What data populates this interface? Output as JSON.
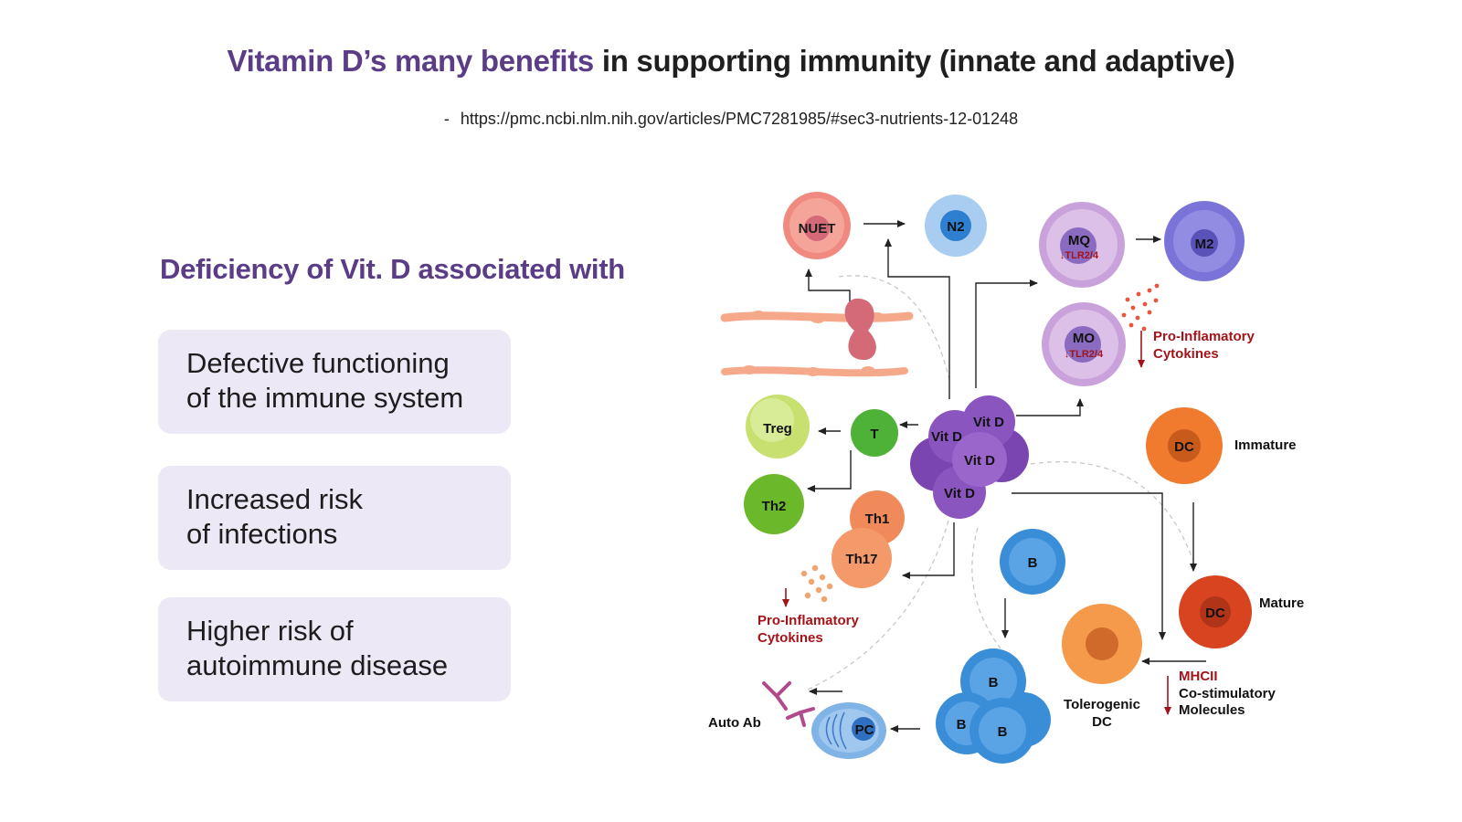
{
  "header": {
    "title_accent": "Vitamin D’s many benefits",
    "title_rest": " in supporting immunity (innate and adaptive)",
    "source_dash": "-",
    "source_url": "https://pmc.ncbi.nlm.nih.gov/articles/PMC7281985/#sec3-nutrients-12-01248"
  },
  "left": {
    "heading": "Deficiency of Vit. D associated with",
    "cards": [
      {
        "line1": "Defective functioning",
        "line2": "of the immune system"
      },
      {
        "line1": "Increased risk",
        "line2": "of infections"
      },
      {
        "line1": "Higher risk of",
        "line2": "autoimmune disease"
      }
    ]
  },
  "diagram": {
    "cells": {
      "nuet": "NUET",
      "n2": "N2",
      "mq": "MQ",
      "mq_tlr": "↓TLR2/4",
      "m2": "M2",
      "mo": "MO",
      "mo_tlr": "↓TLR2/4",
      "vitd_1": "Vit D",
      "vitd_2": "Vit D",
      "vitd_3": "Vit D",
      "vitd_4": "Vit D",
      "treg": "Treg",
      "t": "T",
      "th2": "Th2",
      "th1": "Th1",
      "th17": "Th17",
      "b_single": "B",
      "b1": "B",
      "b2": "B",
      "b3": "B",
      "pc": "PC",
      "dc_immature": "DC",
      "dc_mature": "DC"
    },
    "labels": {
      "pro_inflam_1": "Pro-Inflamatory",
      "cytokines_1": "Cytokines",
      "pro_inflam_2": "Pro-Inflamatory",
      "cytokines_2": "Cytokines",
      "immature": "Immature",
      "mature": "Mature",
      "tolerogenic": "Tolerogenic",
      "tolerogenic_dc": "DC",
      "mhcii": "MHCII",
      "costim": "Co-stimulatory",
      "molecules": "Molecules",
      "auto_ab": "Auto Ab"
    },
    "colors": {
      "accent": "#5a3d86",
      "card_bg": "#ece8f6",
      "red_label": "#a3141a",
      "neutrophil": "#f08a80",
      "n2": "#6aa8e0",
      "macrophage": "#c9a2dc",
      "m2": "#7b74d8",
      "vitd": "#8a55bf",
      "treg": "#c7e070",
      "t_cell": "#4fb238",
      "th2": "#6bb82a",
      "th_orange": "#f08a5a",
      "b_cell": "#3a8ed8",
      "plasma": "#80b4e6",
      "dc_immature": "#f07a2e",
      "dc_mature": "#d94420",
      "dc_tolerogenic": "#f49a4a"
    }
  }
}
